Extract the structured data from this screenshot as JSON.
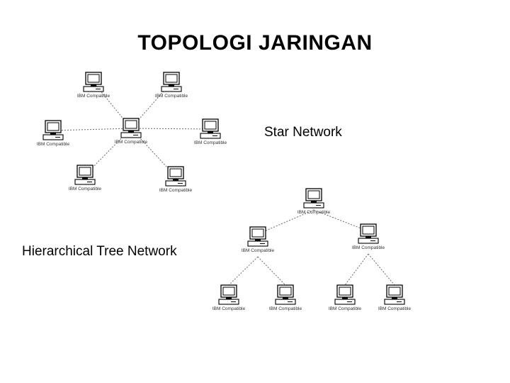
{
  "title": "TOPOLOGI JARINGAN",
  "star": {
    "caption": "Star Network",
    "hub": {
      "label": "IBM Compatible"
    },
    "nodes": [
      {
        "label": "IBM Compatible"
      },
      {
        "label": "IBM Compatible"
      },
      {
        "label": "IBM Compatible"
      },
      {
        "label": "IBM Compatible"
      },
      {
        "label": "IBM Compatible"
      },
      {
        "label": "IBM Compatible"
      }
    ]
  },
  "tree": {
    "caption": "Hierarchical Tree Network",
    "root": {
      "label": "IBM Compatible"
    },
    "level1": [
      {
        "label": "IBM Compatible"
      },
      {
        "label": "IBM Compatible"
      }
    ],
    "level2": [
      {
        "label": "IBM Compatible"
      },
      {
        "label": "IBM Compatible"
      },
      {
        "label": "IBM Compatible"
      },
      {
        "label": "IBM Compatible"
      }
    ]
  }
}
